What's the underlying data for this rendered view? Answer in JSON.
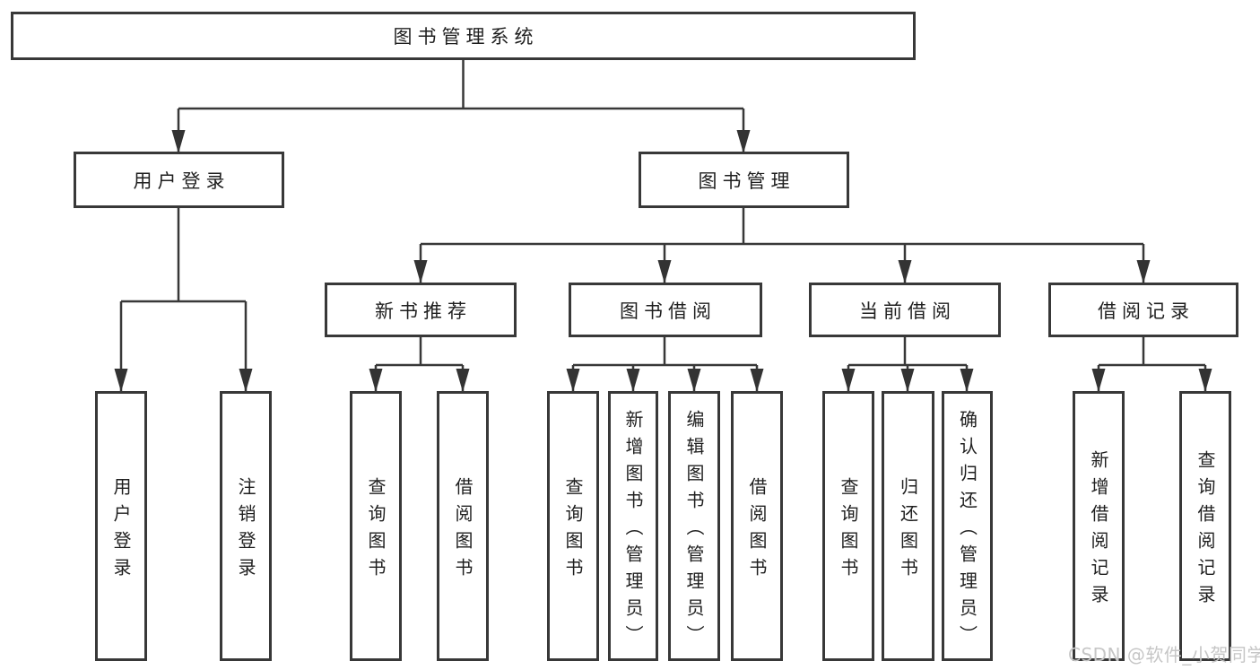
{
  "diagram": {
    "root_label": "图书管理系统",
    "user_login": {
      "label": "用户登录",
      "children": [
        {
          "label": "用户登录"
        },
        {
          "label": "注销登录"
        }
      ]
    },
    "book_management": {
      "label": "图书管理",
      "sections": [
        {
          "label": "新书推荐",
          "children": [
            {
              "label": "查询图书"
            },
            {
              "label": "借阅图书"
            }
          ]
        },
        {
          "label": "图书借阅",
          "children": [
            {
              "label": "查询图书"
            },
            {
              "label": "新增图书（管理员）"
            },
            {
              "label": "编辑图书（管理员）"
            },
            {
              "label": "借阅图书"
            }
          ]
        },
        {
          "label": "当前借阅",
          "children": [
            {
              "label": "查询图书"
            },
            {
              "label": "归还图书"
            },
            {
              "label": "确认归还（管理员）"
            }
          ]
        },
        {
          "label": "借阅记录",
          "children": [
            {
              "label": "新增借阅记录"
            },
            {
              "label": "查询借阅记录"
            }
          ]
        }
      ]
    }
  },
  "watermark": {
    "text": "CSDN @软件_小贺同学"
  },
  "colors": {
    "line": "#383838",
    "text": "#1f1f1f",
    "watermark": "#c6c6c6",
    "background": "#ffffff"
  }
}
